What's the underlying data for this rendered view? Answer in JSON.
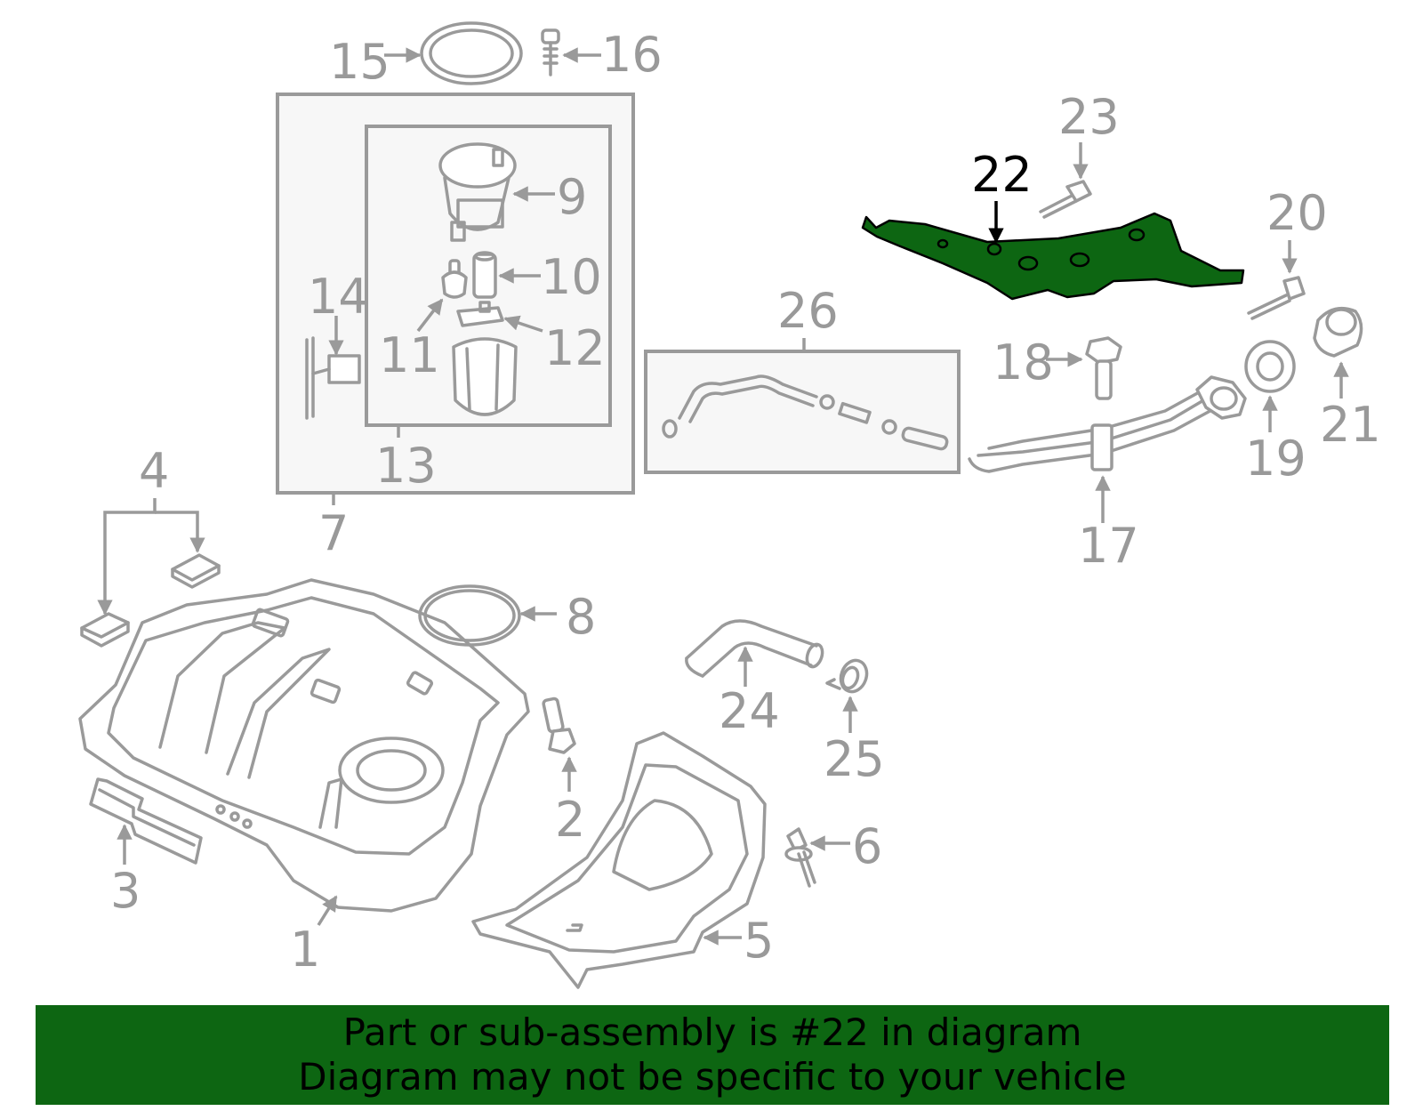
{
  "highlight_color": "#0d6612",
  "highlighted_part": "22",
  "callouts": {
    "c1": "1",
    "c2": "2",
    "c3": "3",
    "c4": "4",
    "c5": "5",
    "c6": "6",
    "c7": "7",
    "c8": "8",
    "c9": "9",
    "c10": "10",
    "c11": "11",
    "c12": "12",
    "c13": "13",
    "c14": "14",
    "c15": "15",
    "c16": "16",
    "c17": "17",
    "c18": "18",
    "c19": "19",
    "c20": "20",
    "c21": "21",
    "c22": "22",
    "c23": "23",
    "c24": "24",
    "c25": "25",
    "c26": "26"
  },
  "banner": {
    "line1": "Part or sub-assembly is #22 in diagram",
    "line2": "Diagram may not be specific to your vehicle"
  }
}
